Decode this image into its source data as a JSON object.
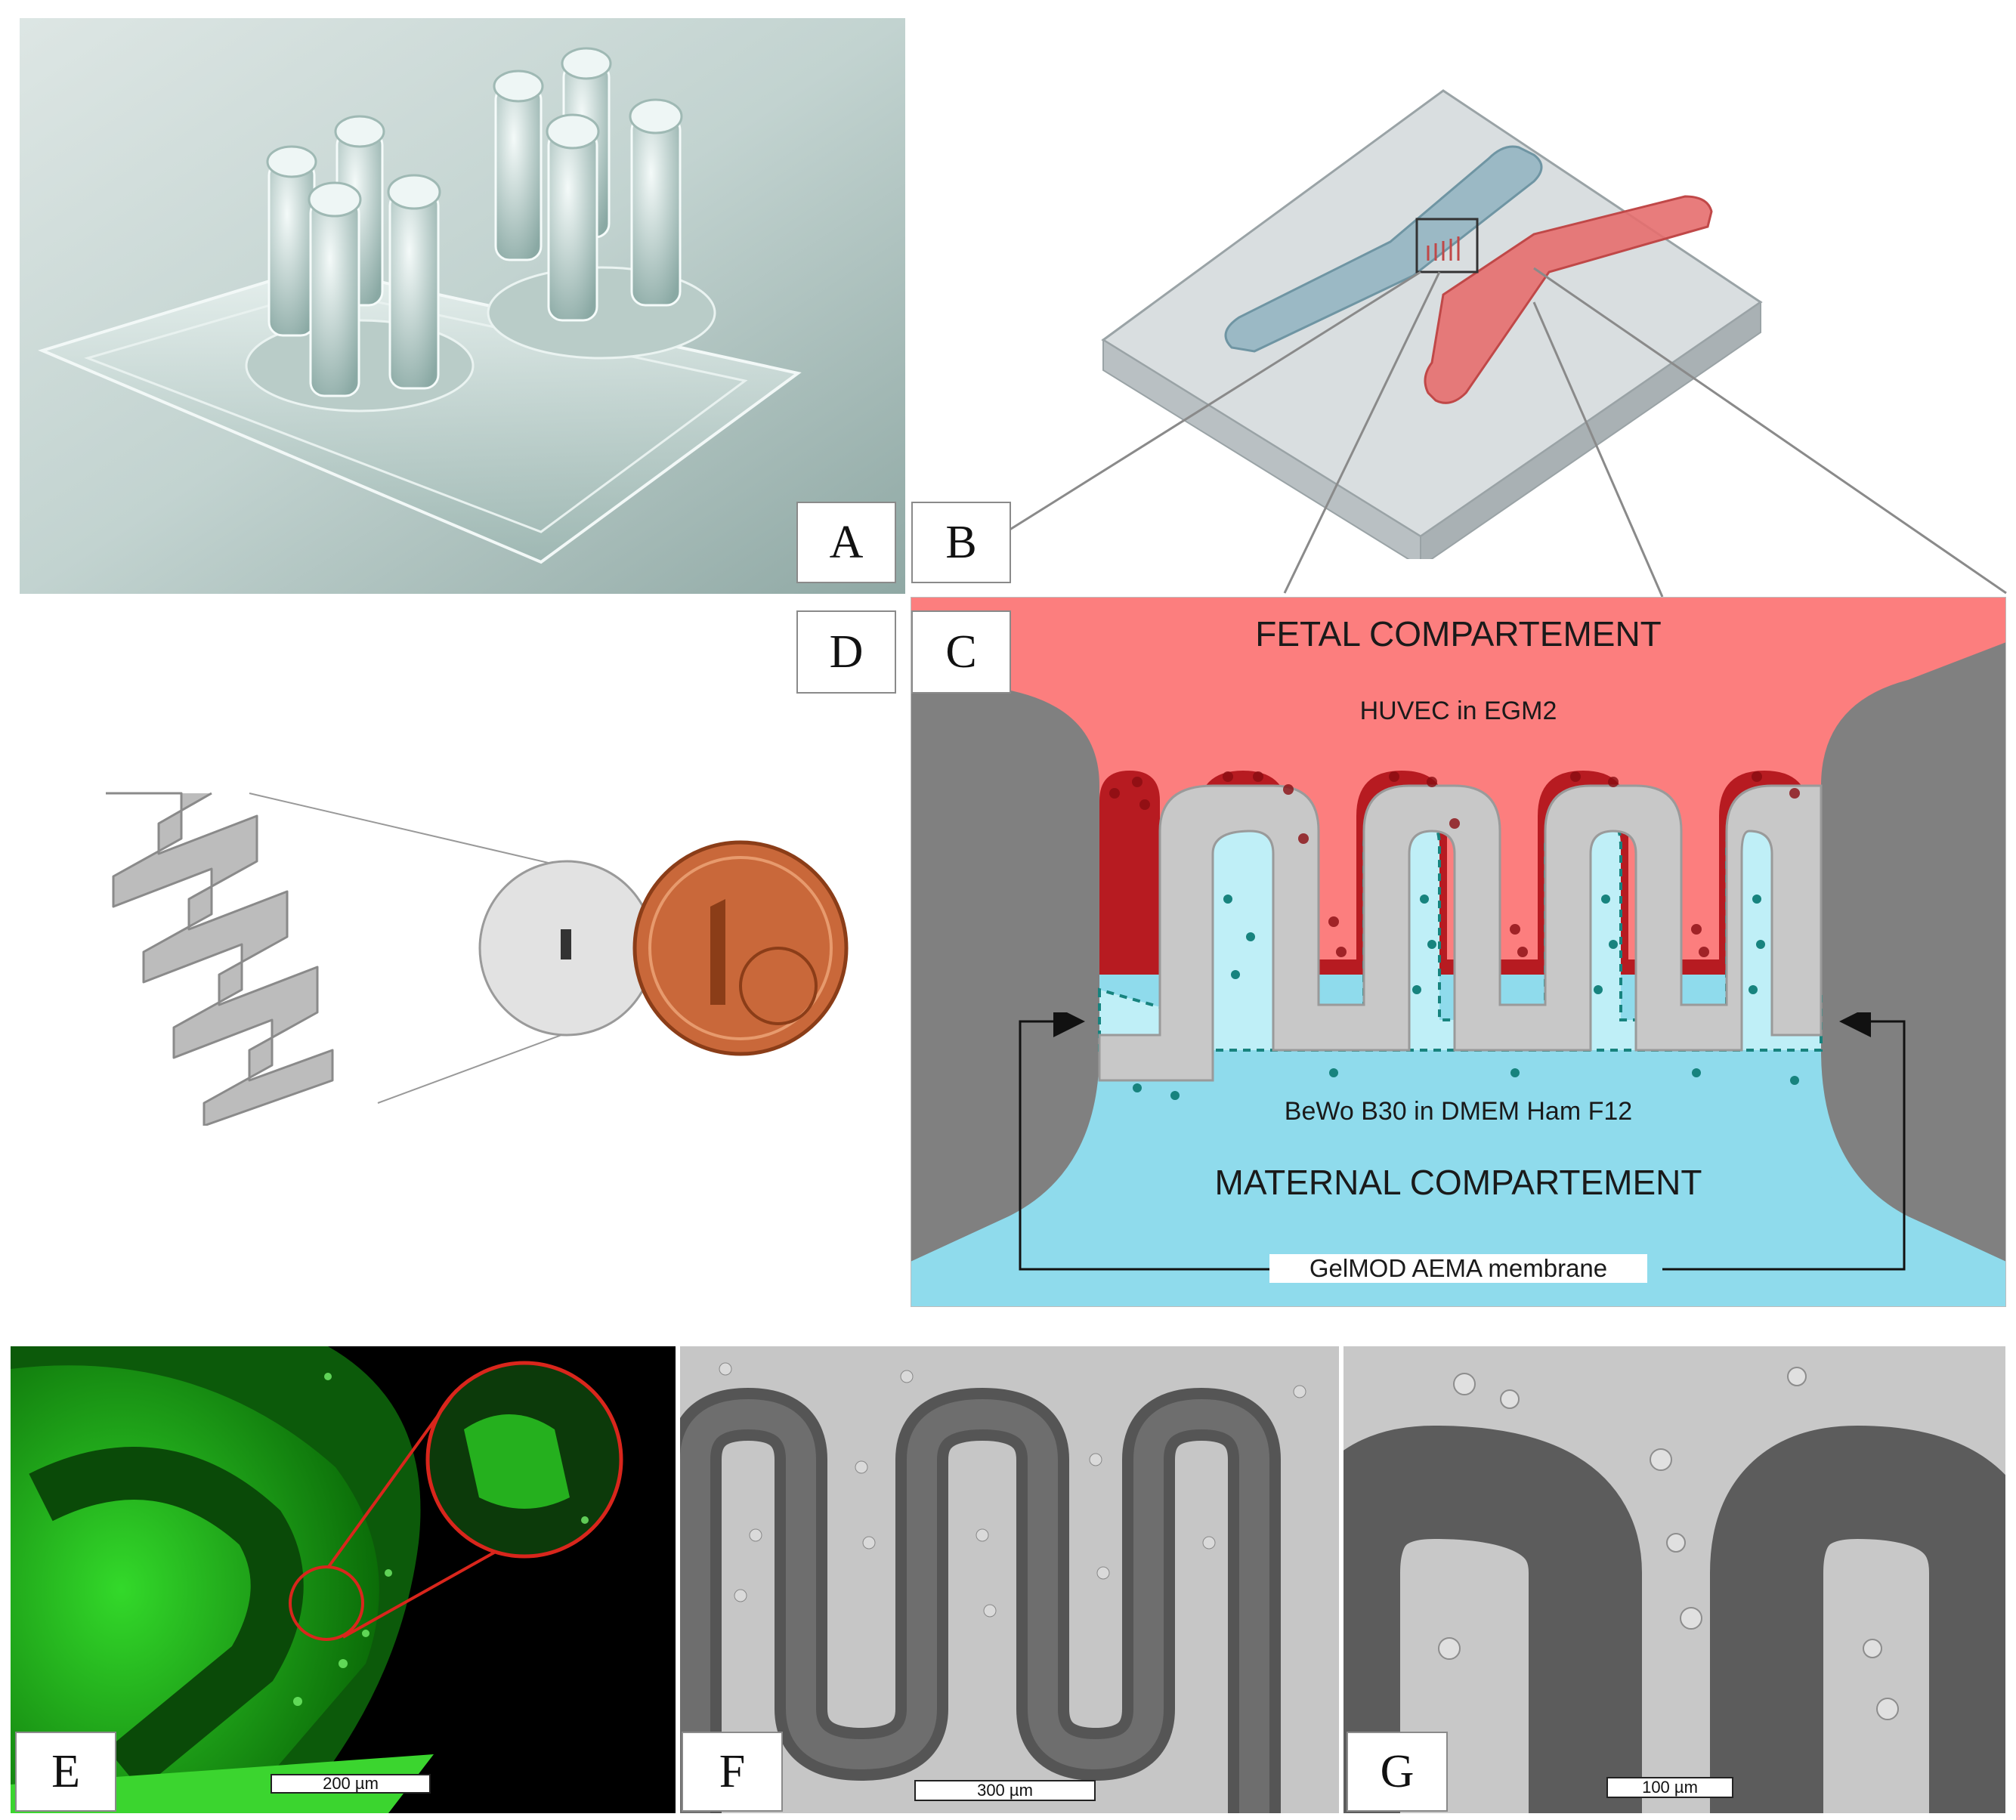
{
  "panels": {
    "a": {
      "label": "A"
    },
    "b": {
      "label": "B"
    },
    "c": {
      "label": "C"
    },
    "d": {
      "label": "D"
    },
    "e": {
      "label": "E"
    },
    "f": {
      "label": "F"
    },
    "g": {
      "label": "G"
    }
  },
  "diagram_c": {
    "fetal_title": "FETAL COMPARTEMENT",
    "fetal_cells": "HUVEC in EGM2",
    "maternal_cells": "BeWo B30 in DMEM Ham F12",
    "maternal_title": "MATERNAL COMPARTEMENT",
    "membrane_label": "GelMOD AEMA membrane"
  },
  "scalebars": {
    "e": "200 µm",
    "f": "300 µm",
    "g": "100 µm"
  },
  "colors": {
    "fetal_red": "#fc7e7e",
    "maternal_blue": "#8fdbec",
    "wall_gray": "#808080",
    "membrane_gray": "#c8c8c8",
    "red_cells": "#b3161c",
    "teal_cells": "#17837e",
    "fluorescence_green": "#22c21d",
    "copper": "#c9683a"
  }
}
